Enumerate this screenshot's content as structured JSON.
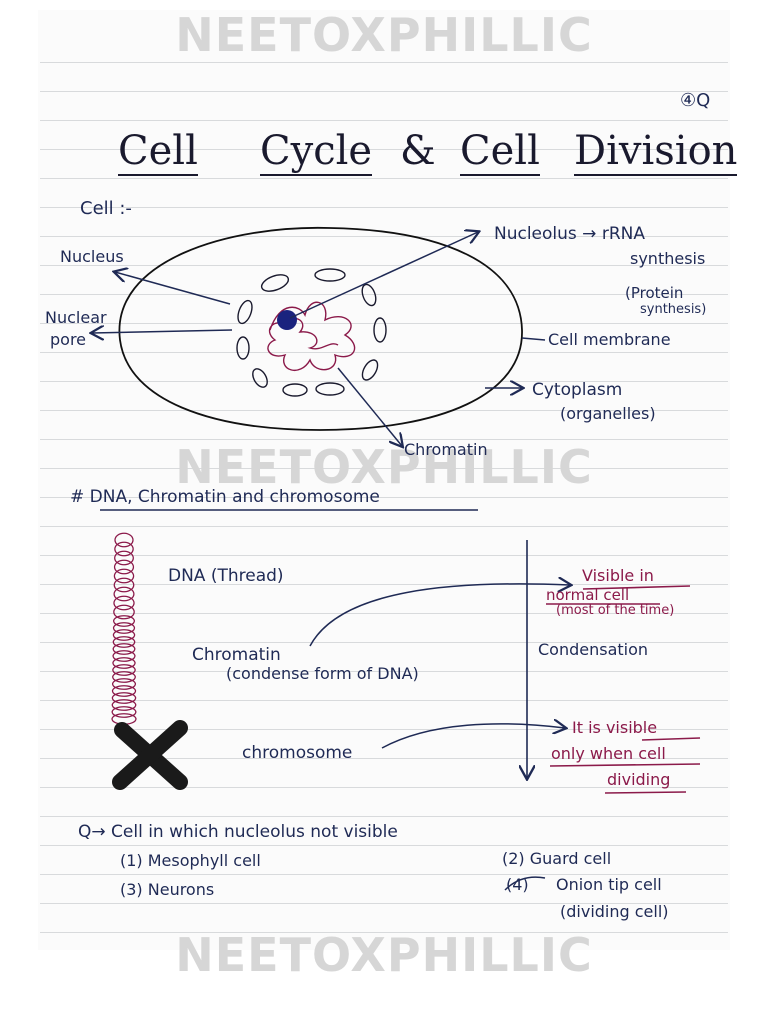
{
  "watermark": "NEETOXPHILLIC",
  "page_number": "④Q",
  "title": {
    "part1": "Cell",
    "part2": "Cycle",
    "amp": "&",
    "part3": "Cell",
    "part4": "Division"
  },
  "cell_diagram": {
    "heading": "Cell :-",
    "labels": {
      "nucleus": "Nucleus",
      "nuclear_pore_1": "Nuclear",
      "nuclear_pore_2": "pore",
      "nucleolus": "Nucleolus → rRNA",
      "synthesis": "synthesis",
      "protein_1": "(Protein",
      "protein_2": "synthesis)",
      "cell_membrane": "Cell membrane",
      "cytoplasm": "Cytoplasm",
      "organelles": "(organelles)",
      "chromatin": "Chromatin"
    }
  },
  "section2": {
    "heading": "# DNA, Chromatin and chromosome",
    "dna": "DNA (Thread)",
    "chromatin_1": "Chromatin",
    "chromatin_2": "(condense form of DNA)",
    "chromosome": "chromosome",
    "visible_1": "Visible in",
    "visible_2": "normal cell",
    "visible_3": "(most of the time)",
    "condensation": "Condensation",
    "only_1": "It is visible",
    "only_2": "only when cell",
    "only_3": "dividing"
  },
  "question": {
    "q": "Q→ Cell in which nucleolus not visible",
    "opt1": "(1) Mesophyll cell",
    "opt2": "(2) Guard cell",
    "opt3": "(3) Neurons",
    "opt4_mark": "(4)",
    "opt4_1": "Onion tip cell",
    "opt4_2": "(dividing cell)"
  },
  "colors": {
    "ink": "#1f2a55",
    "pink": "#8b1a4a",
    "chromatin": "#8b1a4a",
    "watermark": "#d6d6d6"
  }
}
